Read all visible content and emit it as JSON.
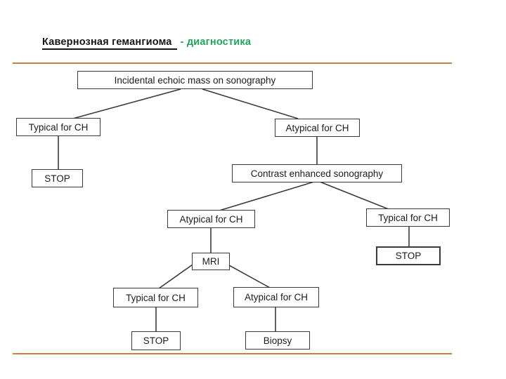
{
  "page": {
    "title_main": "Кавернозная гемангиома",
    "title_accent": "- диагностика"
  },
  "colors": {
    "accent_green": "#22a45d",
    "divider_orange": "#c8823e",
    "line_dark": "#3a3a3a"
  },
  "flowchart": {
    "nodes": {
      "root": "Incidental echoic mass on sonography",
      "typical_left": "Typical for CH",
      "stop_left": "STOP",
      "atypical_right": "Atypical for CH",
      "contrast": "Contrast enhanced sonography",
      "atypical_mid": "Atypical for CH",
      "typical_right": "Typical for CH",
      "stop_right": "STOP",
      "mri": "MRI",
      "typical_bottom": "Typical for CH",
      "stop_bottom": "STOP",
      "atypical_bottom": "Atypical for CH",
      "biopsy": "Biopsy"
    },
    "edges": [
      [
        "root",
        "typical_left"
      ],
      [
        "root",
        "atypical_right"
      ],
      [
        "typical_left",
        "stop_left"
      ],
      [
        "atypical_right",
        "contrast"
      ],
      [
        "contrast",
        "atypical_mid"
      ],
      [
        "contrast",
        "typical_right"
      ],
      [
        "atypical_mid",
        "mri"
      ],
      [
        "typical_right",
        "stop_right"
      ],
      [
        "mri",
        "typical_bottom"
      ],
      [
        "mri",
        "atypical_bottom"
      ],
      [
        "typical_bottom",
        "stop_bottom"
      ],
      [
        "atypical_bottom",
        "biopsy"
      ]
    ]
  }
}
